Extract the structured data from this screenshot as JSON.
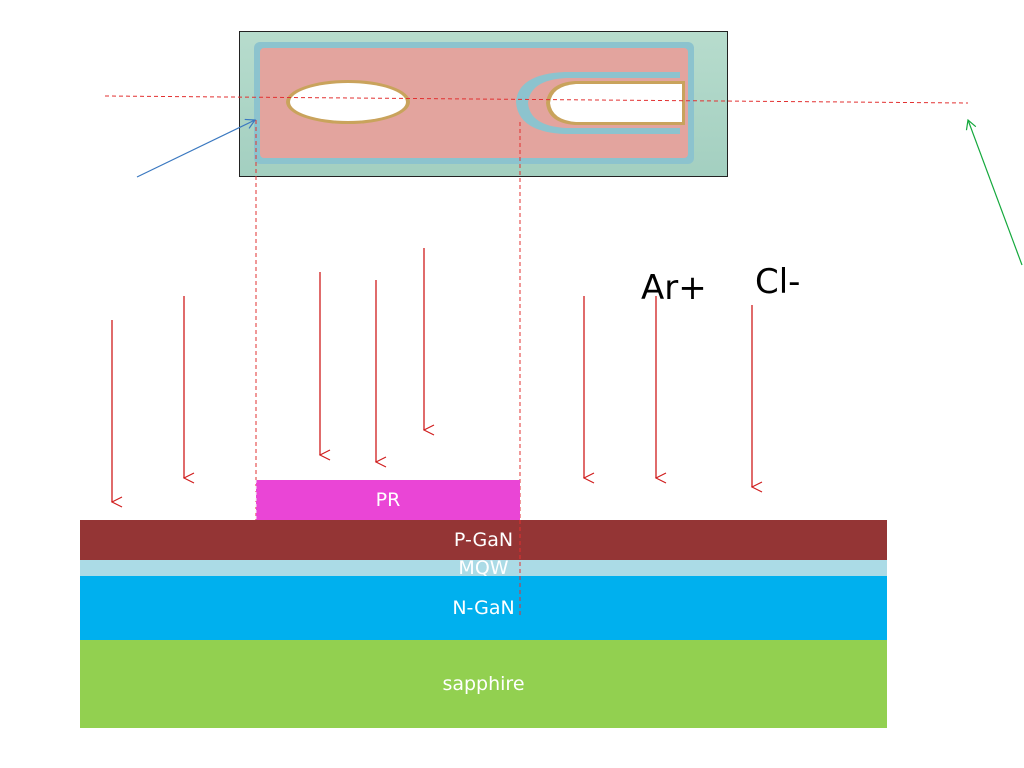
{
  "layers": {
    "pr": "PR",
    "p_gan": "P-GaN",
    "mqw": "MQW",
    "n_gan": "N-GaN",
    "sapphire": "sapphire"
  },
  "ions": {
    "ar": "Ar+",
    "cl": "Cl-"
  },
  "colors": {
    "pr": "#ea45d6",
    "p_gan": "#943535",
    "mqw": "#abdbe6",
    "n_gan": "#00b0ee",
    "sapphire": "#92d050",
    "ion_arrow": "#d01c1c",
    "guide_line": "#e23030",
    "blue_pointer": "#3a78c0",
    "green_pointer": "#14a83c",
    "photo_bg": "#a9d4c4",
    "photo_mesa": "#e3a49e"
  }
}
